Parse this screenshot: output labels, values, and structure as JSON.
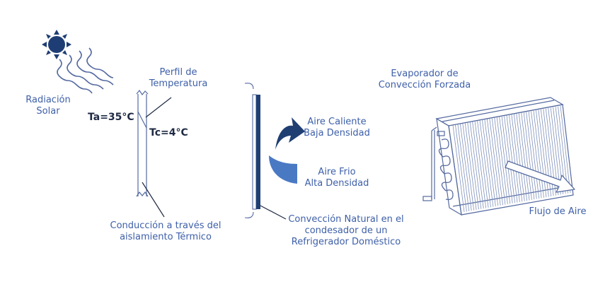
{
  "labels": {
    "radiation": [
      "Radiación",
      "Solar"
    ],
    "ta": "Ta=35°C",
    "tc": "Tc=4°C",
    "profile": [
      "Perfil de",
      "Temperatura"
    ],
    "conduction": [
      "Conducción a través del",
      "aislamiento Térmico"
    ],
    "hot_air": [
      "Aire Caliente",
      "Baja Densidad"
    ],
    "cold_air": [
      "Aire Frio",
      "Alta Densidad"
    ],
    "natural_convection": [
      "Convección Natural en el",
      "condesador de un",
      "Refrigerador Doméstico"
    ],
    "evaporator": [
      "Evaporador de",
      "Convección Forzada"
    ],
    "airflow": "Flujo de Aire"
  },
  "colors": {
    "primary": "#3d5fa8",
    "dark": "#1f2a44",
    "dark_arrow": "#1f3f73",
    "light_arrow": "#4a79c4",
    "sun": "#1e3d74",
    "line": "#556aa0"
  }
}
